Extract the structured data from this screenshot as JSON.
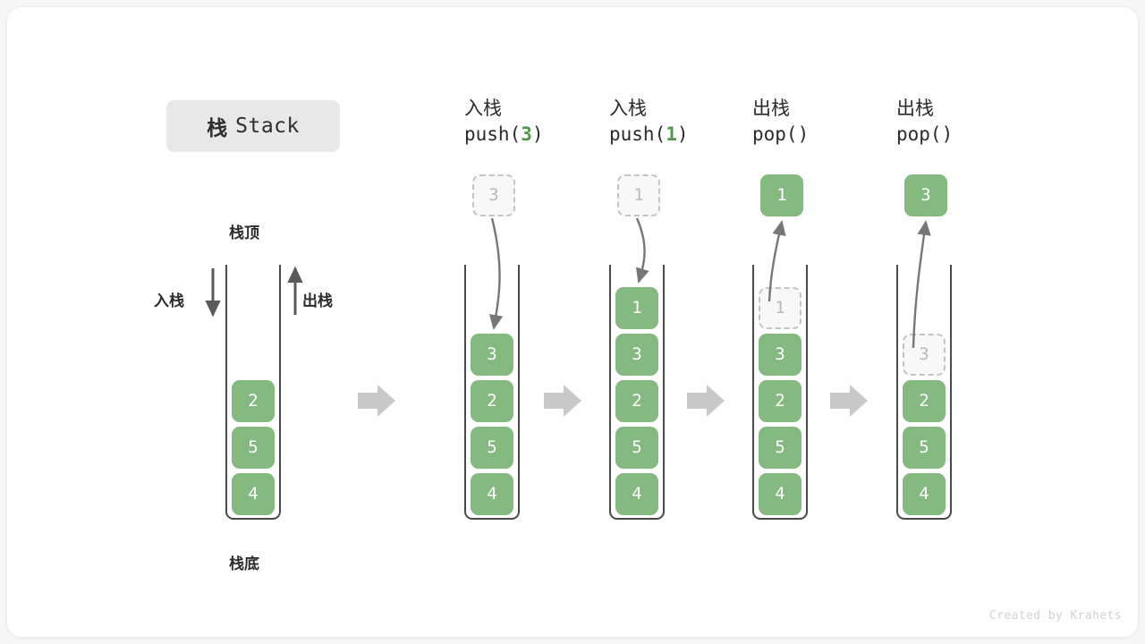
{
  "title": {
    "cn": "栈",
    "en": "Stack"
  },
  "labels": {
    "top": "栈顶",
    "bottom": "栈底",
    "push_arrow": "入栈",
    "pop_arrow": "出栈"
  },
  "footer": "Created by Krahets",
  "colors": {
    "element_green": "#84b97f",
    "accent_green": "#4f9a4a",
    "ghost_fill": "#f8f8f8",
    "ghost_border": "#c3c3c3",
    "ghost_text": "#b9b9b9",
    "container_stroke": "#4a4a4a",
    "arrow_gray": "#777777",
    "block_arrow_gray": "#c8c8c8",
    "chip_bg": "#e8e8e8",
    "text": "#2b2b2b",
    "footer_text": "#d2d2d2",
    "page_bg": "#f7f7f7",
    "card_bg": "#ffffff"
  },
  "columns": [
    {
      "id": "initial",
      "op_cn": "",
      "signature_prefix": "",
      "signature_arg": "",
      "signature_suffix": "",
      "cells": [
        {
          "value": "2",
          "state": "filled"
        },
        {
          "value": "5",
          "state": "filled"
        },
        {
          "value": "4",
          "state": "filled"
        }
      ],
      "floating": null
    },
    {
      "id": "push-3",
      "op_cn": "入栈",
      "signature_prefix": "push(",
      "signature_arg": "3",
      "signature_suffix": ")",
      "cells": [
        {
          "value": "3",
          "state": "filled"
        },
        {
          "value": "2",
          "state": "filled"
        },
        {
          "value": "5",
          "state": "filled"
        },
        {
          "value": "4",
          "state": "filled"
        }
      ],
      "floating": {
        "value": "3",
        "state": "ghost",
        "direction": "in"
      }
    },
    {
      "id": "push-1",
      "op_cn": "入栈",
      "signature_prefix": "push(",
      "signature_arg": "1",
      "signature_suffix": ")",
      "cells": [
        {
          "value": "1",
          "state": "filled"
        },
        {
          "value": "3",
          "state": "filled"
        },
        {
          "value": "2",
          "state": "filled"
        },
        {
          "value": "5",
          "state": "filled"
        },
        {
          "value": "4",
          "state": "filled"
        }
      ],
      "floating": {
        "value": "1",
        "state": "ghost",
        "direction": "in"
      }
    },
    {
      "id": "pop-1",
      "op_cn": "出栈",
      "signature_prefix": "pop(",
      "signature_arg": "",
      "signature_suffix": ")",
      "cells": [
        {
          "value": "1",
          "state": "ghost"
        },
        {
          "value": "3",
          "state": "filled"
        },
        {
          "value": "2",
          "state": "filled"
        },
        {
          "value": "5",
          "state": "filled"
        },
        {
          "value": "4",
          "state": "filled"
        }
      ],
      "floating": {
        "value": "1",
        "state": "filled",
        "direction": "out"
      }
    },
    {
      "id": "pop-3",
      "op_cn": "出栈",
      "signature_prefix": "pop(",
      "signature_arg": "",
      "signature_suffix": ")",
      "cells": [
        {
          "value": "3",
          "state": "ghost"
        },
        {
          "value": "2",
          "state": "filled"
        },
        {
          "value": "5",
          "state": "filled"
        },
        {
          "value": "4",
          "state": "filled"
        }
      ],
      "floating": {
        "value": "3",
        "state": "filled",
        "direction": "out"
      }
    }
  ],
  "step_arrows": 4
}
